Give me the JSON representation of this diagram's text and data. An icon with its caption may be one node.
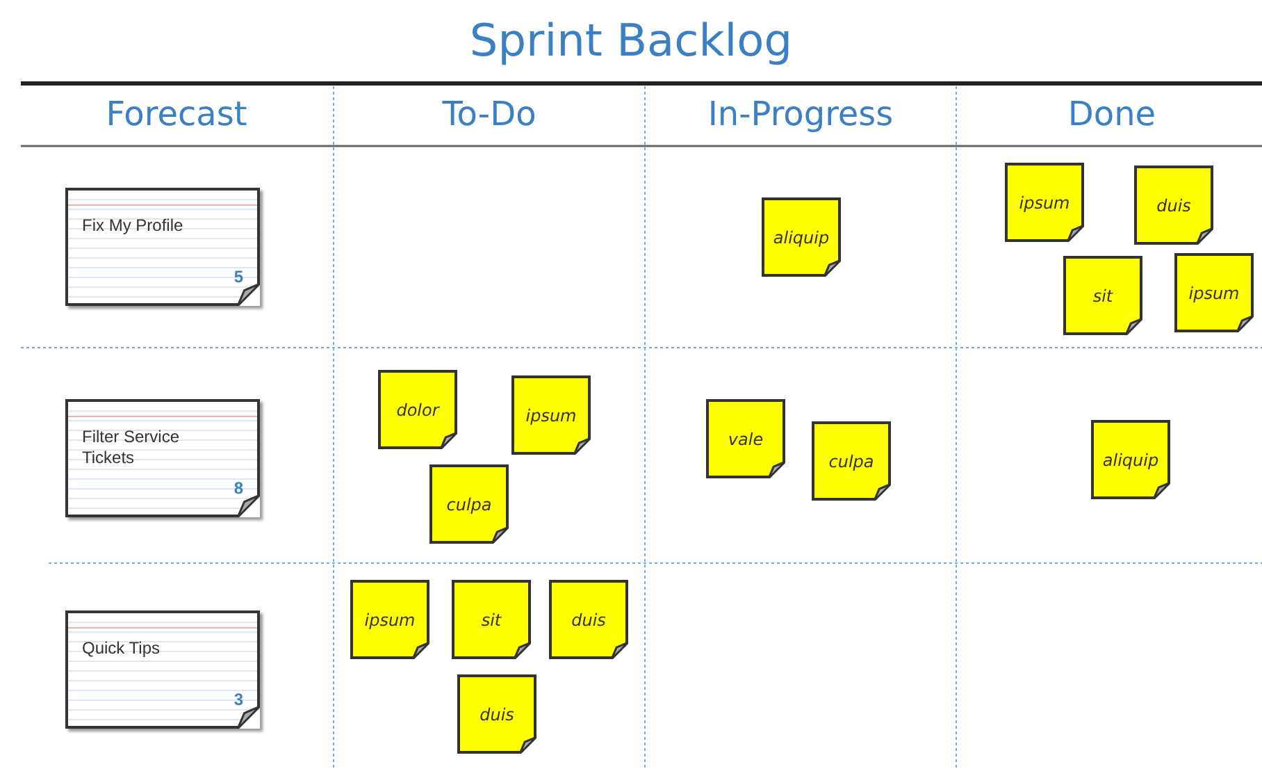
{
  "diagram": {
    "title": "Sprint Backlog",
    "nodes": [
      {
        "text": [
          "Fix My Profile",
          "5"
        ]
      },
      {
        "text": [
          "aliquip"
        ]
      },
      {
        "text": [
          "ipsum"
        ]
      },
      {
        "text": [
          "duis"
        ]
      },
      {
        "text": [
          "sit"
        ]
      },
      {
        "text": [
          "ipsum"
        ]
      },
      {
        "text": [
          "Filter Service Tickets",
          "8"
        ]
      },
      {
        "text": [
          "dolor"
        ]
      },
      {
        "text": [
          "ipsum"
        ]
      },
      {
        "text": [
          "culpa"
        ]
      },
      {
        "text": [
          "vale"
        ]
      },
      {
        "text": [
          "culpa"
        ]
      },
      {
        "text": [
          "aliquip"
        ]
      },
      {
        "text": [
          "Quick Tips",
          "3"
        ]
      },
      {
        "text": [
          "ipsum"
        ]
      },
      {
        "text": [
          "sit"
        ]
      },
      {
        "text": [
          "duis"
        ]
      },
      {
        "text": [
          "duis"
        ]
      }
    ],
    "labels": [
      "Forecast",
      "To-Do",
      "In-Progress",
      "Done"
    ]
  }
}
